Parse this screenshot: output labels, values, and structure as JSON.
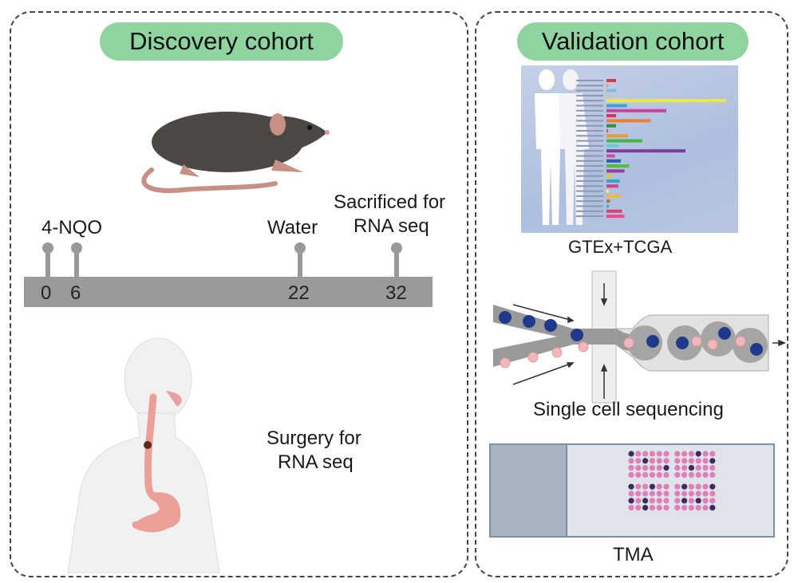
{
  "panels": {
    "discovery": {
      "title": "Discovery cohort",
      "timeline": {
        "events": [
          {
            "label": "4-NQO",
            "week": 0
          },
          {
            "label": "",
            "week": 6
          },
          {
            "label": "Water",
            "week": 22
          },
          {
            "label": "Sacrificed for RNA seq",
            "week": 32
          }
        ],
        "ticks": [
          "0",
          "6",
          "22",
          "32"
        ],
        "label_4nqo": "4-NQO",
        "label_water": "Water",
        "label_sacrificed_line1": "Sacrificed for",
        "label_sacrificed_line2": "RNA seq"
      },
      "mouse_icon": "mouse-illustration",
      "human_icon": "human-esophagus-illustration",
      "surgery_line1": "Surgery for",
      "surgery_line2": "RNA seq"
    },
    "validation": {
      "title": "Validation cohort",
      "gtex_caption": "GTEx+TCGA",
      "gtex_bar_colors": [
        "#d33b45",
        "#e8a13a",
        "#86b7e0",
        "#c9c9a0",
        "#f0ea3c",
        "#3aa0dc",
        "#c8449c",
        "#d8305a",
        "#ef7d3a",
        "#2f8f3f",
        "#e85050",
        "#ef9a3a",
        "#44b548",
        "#5fd0cf",
        "#7d3d9e",
        "#cf4d9c",
        "#2e5bb0",
        "#4fbf3c",
        "#9a3b9e",
        "#f2c038",
        "#2ea7c9",
        "#d53e8e",
        "#f5ec8a",
        "#f0b93a",
        "#c36b3a",
        "#2ebfb0",
        "#e04070",
        "#e84c8c"
      ],
      "gtex_bar_values": [
        0.08,
        0.01,
        0.08,
        0.03,
        1.0,
        0.17,
        0.5,
        0.08,
        0.37,
        0.08,
        0.01,
        0.18,
        0.3,
        0.1,
        0.66,
        0.07,
        0.12,
        0.19,
        0.15,
        0.05,
        0.11,
        0.1,
        0.02,
        0.12,
        0.03,
        0.02,
        0.13,
        0.15
      ],
      "singlecell_caption": "Single cell sequencing",
      "tma_caption": "TMA",
      "tma_dark_spots": [
        [
          0,
          0
        ],
        [
          1,
          2
        ],
        [
          2,
          5
        ],
        [
          0,
          9
        ],
        [
          1,
          11
        ],
        [
          2,
          8
        ],
        [
          4,
          0
        ],
        [
          4,
          3
        ],
        [
          6,
          0
        ],
        [
          6,
          2
        ],
        [
          7,
          2
        ],
        [
          4,
          7
        ],
        [
          4,
          11
        ],
        [
          6,
          7
        ],
        [
          6,
          9
        ],
        [
          7,
          11
        ]
      ]
    }
  },
  "colors": {
    "pill": "#8fd4a0",
    "timeline": "#9a9a9a",
    "mouse_body": "#4a4745",
    "mouse_skin": "#c79087",
    "blue_cell": "#1f3a8c",
    "pink_cell": "#f2b7bd",
    "tma_pink": "#e07fb5",
    "tma_dark": "#3a2c5e"
  }
}
